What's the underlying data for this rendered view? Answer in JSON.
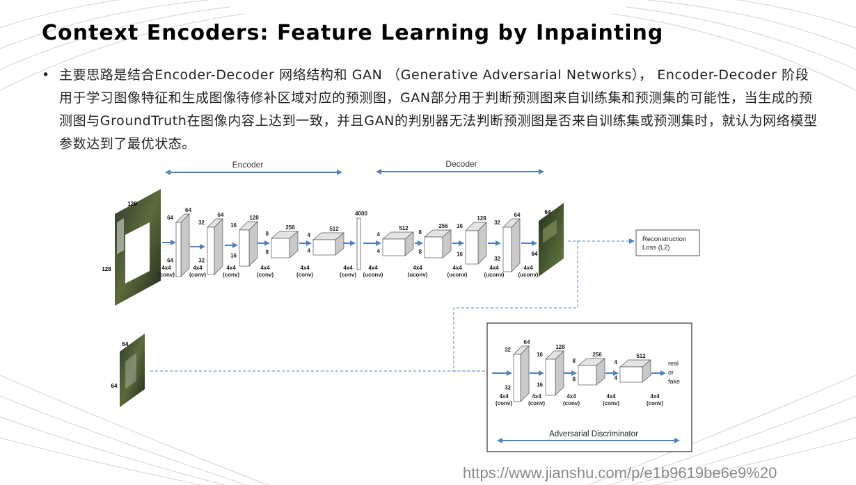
{
  "title": "Context Encoders:  Feature Learning by Inpainting",
  "bullet": {
    "marker": "•",
    "text": "主要思路是结合Encoder-Decoder 网络结构和 GAN （Generative Adversarial Networks）， Encoder-Decoder 阶段用于学习图像特征和生成图像待修补区域对应的预测图，GAN部分用于判断预测图来自训练集和预测集的可能性，当生成的预测图与GroundTruth在图像内容上达到一致，并且GAN的判别器无法判断预测图是否来自训练集或预测集时，就认为网络模型参数达到了最优状态。"
  },
  "diagram": {
    "encoder_label": "Encoder",
    "decoder_label": "Decoder",
    "input_size": [
      "128",
      "128"
    ],
    "output_size": [
      "64",
      "64"
    ],
    "real_input_size": [
      "64",
      "64"
    ],
    "encoder_blocks": [
      {
        "h": "64",
        "d": "64",
        "w": "64",
        "op": [
          "4x4",
          "(conv)"
        ]
      },
      {
        "h": "32",
        "d": "64",
        "w": "32",
        "op": [
          "4x4",
          "(conv)"
        ]
      },
      {
        "h": "16",
        "d": "128",
        "w": "16",
        "op": [
          "4x4",
          "(conv)"
        ]
      },
      {
        "h": "8",
        "d": "256",
        "w": "8",
        "op": [
          "4x4",
          "(conv)"
        ]
      },
      {
        "h": "4",
        "d": "512",
        "w": "4",
        "op": [
          "4x4",
          "(conv)"
        ]
      }
    ],
    "bottleneck": {
      "d": "4000",
      "op": [
        "4x4",
        "(conv)"
      ]
    },
    "decoder_blocks": [
      {
        "h": "4",
        "d": "512",
        "w": "4",
        "op": [
          "4x4",
          "(uconv)"
        ]
      },
      {
        "h": "8",
        "d": "256",
        "w": "8",
        "op": [
          "4x4",
          "(uconv)"
        ]
      },
      {
        "h": "16",
        "d": "128",
        "w": "16",
        "op": [
          "4x4",
          "(uconv)"
        ]
      },
      {
        "h": "32",
        "d": "64",
        "w": "32",
        "op": [
          "4x4",
          "(uconv)"
        ]
      }
    ],
    "last_uconv_op": [
      "4x4",
      "(uconv)"
    ],
    "reconstruction": [
      "Reconstruction",
      "Loss (L2)"
    ],
    "disc_blocks": [
      {
        "h": "32",
        "d": "64",
        "w": "32",
        "op": [
          "4x4",
          "(conv)"
        ]
      },
      {
        "h": "16",
        "d": "128",
        "w": "16",
        "op": [
          "4x4",
          "(conv)"
        ]
      },
      {
        "h": "8",
        "d": "256",
        "w": "8",
        "op": [
          "4x4",
          "(conv)"
        ]
      },
      {
        "h": "4",
        "d": "512",
        "w": "4",
        "op": [
          "4x4",
          "(conv)"
        ]
      }
    ],
    "disc_last_op": [
      "4x4",
      "(conv)"
    ],
    "disc_output": [
      "real",
      "or",
      "fake"
    ],
    "adversarial_label": "Adversarial Discriminator"
  },
  "watermark": "https://www.jianshu.com/p/e1b9619be6e9%20",
  "colors": {
    "arrow": "#4f81bd",
    "block_front": "#ffffff",
    "block_top": "#e4e4e4",
    "block_side": "#c9c9c9",
    "text": "#222222"
  }
}
